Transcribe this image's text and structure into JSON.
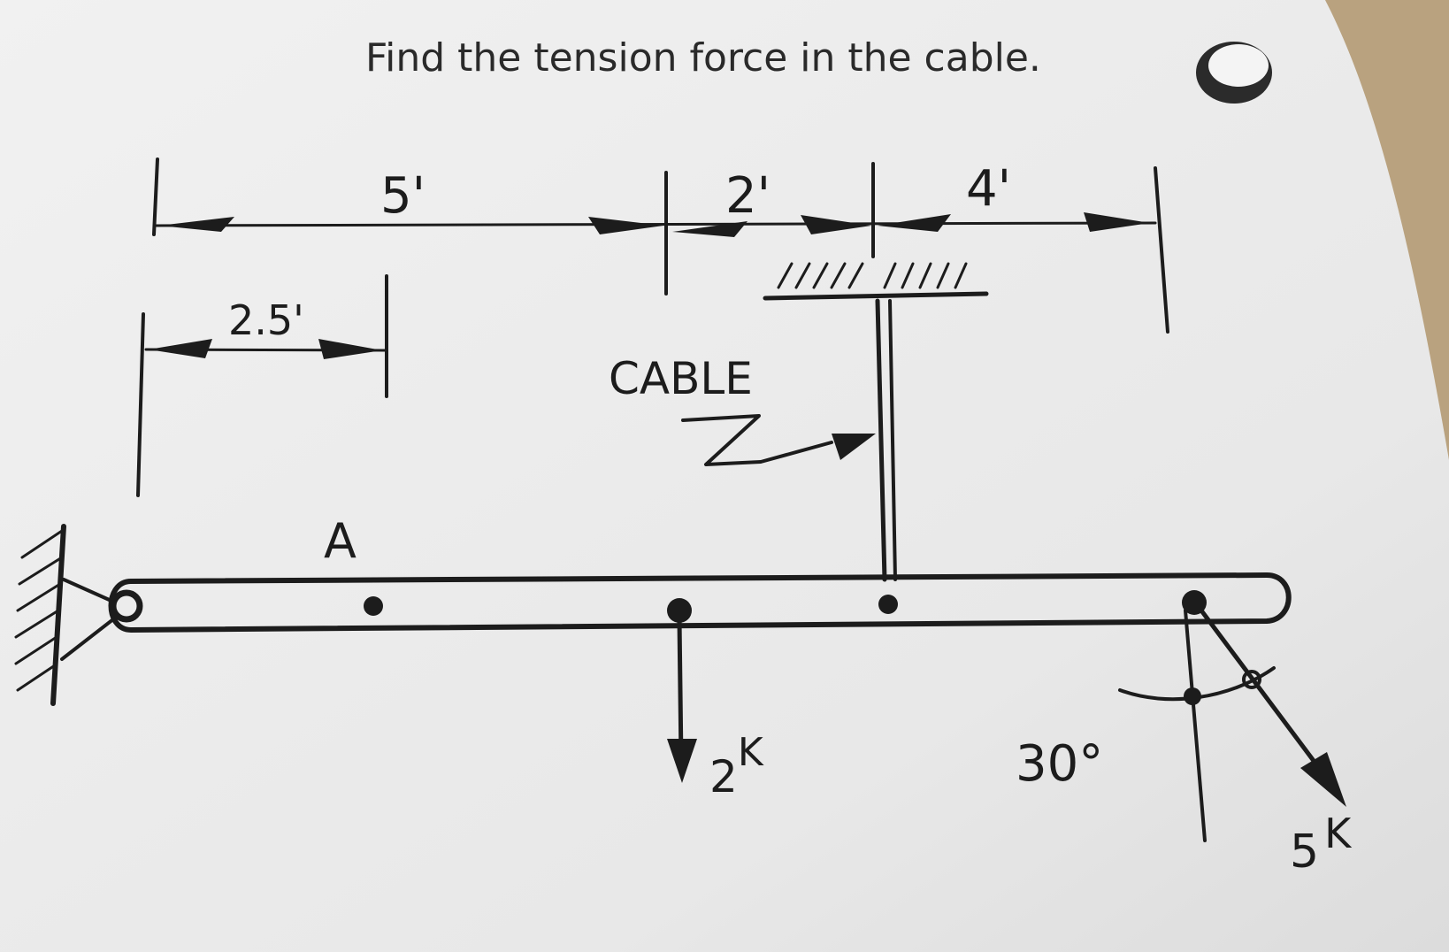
{
  "title": "Find the tension force in the cable.",
  "dimensions": {
    "left_segment": "5'",
    "middle_segment": "2'",
    "right_segment": "4'",
    "point_a_offset": "2.5'"
  },
  "labels": {
    "cable": "CABLE",
    "point": "A",
    "angle": "30°"
  },
  "loads": {
    "vertical_load": "2",
    "vertical_load_unit": "K",
    "inclined_load": "5",
    "inclined_load_unit": "K"
  },
  "colors": {
    "paper": "#ebebeb",
    "ink": "#1c1c1c",
    "background": "#b9a27f"
  }
}
